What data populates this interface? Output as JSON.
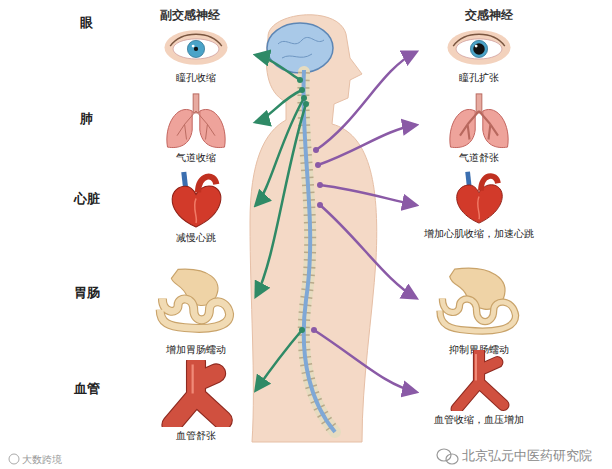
{
  "diagram": {
    "nodes": [
      {
        "text": [
          "瞳孔收缩"
        ]
      },
      {
        "text": [
          "瞳孔扩张"
        ]
      },
      {
        "text": [
          "气道收缩"
        ]
      },
      {
        "text": [
          "气道舒张"
        ]
      },
      {
        "text": [
          "减慢心跳"
        ]
      },
      {
        "text": [
          "增加心肌收缩，加速心跳"
        ]
      },
      {
        "text": [
          "增加胃肠蠕动"
        ]
      },
      {
        "text": [
          "抑制胃肠蠕动"
        ]
      },
      {
        "text": [
          "血管舒张"
        ]
      },
      {
        "text": [
          "血管收缩，血压增加"
        ]
      }
    ],
    "labels": [
      "副交感神经",
      "交感神经",
      "眼",
      "肺",
      "心脏",
      "胃肠",
      "血管",
      "大数跨境",
      "北京弘元中医药研究院"
    ]
  }
}
